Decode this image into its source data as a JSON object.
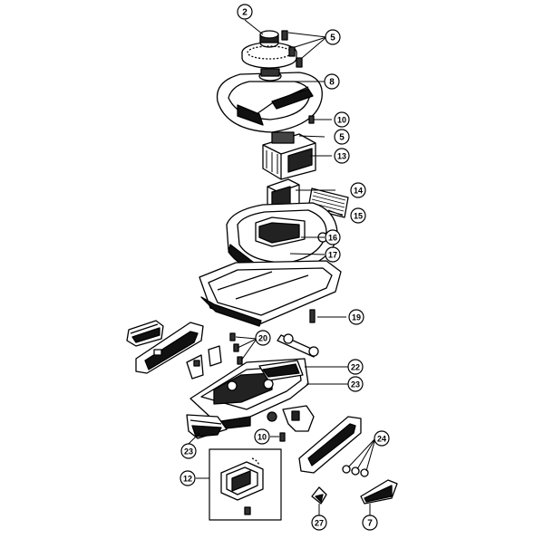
{
  "diagram": {
    "callouts": [
      {
        "id": "c2",
        "label": "2"
      },
      {
        "id": "c5a",
        "label": "5"
      },
      {
        "id": "c8",
        "label": "8"
      },
      {
        "id": "c10a",
        "label": "10"
      },
      {
        "id": "c5b",
        "label": "5"
      },
      {
        "id": "c13",
        "label": "13"
      },
      {
        "id": "c14",
        "label": "14"
      },
      {
        "id": "c15",
        "label": "15"
      },
      {
        "id": "c16",
        "label": "16"
      },
      {
        "id": "c17",
        "label": "17"
      },
      {
        "id": "c19",
        "label": "19"
      },
      {
        "id": "c20",
        "label": "20"
      },
      {
        "id": "c22",
        "label": "22"
      },
      {
        "id": "c23a",
        "label": "23"
      },
      {
        "id": "c23b",
        "label": "23"
      },
      {
        "id": "c10b",
        "label": "10"
      },
      {
        "id": "c24",
        "label": "24"
      },
      {
        "id": "c12",
        "label": "12"
      },
      {
        "id": "c27",
        "label": "27"
      },
      {
        "id": "c7",
        "label": "7"
      }
    ]
  }
}
